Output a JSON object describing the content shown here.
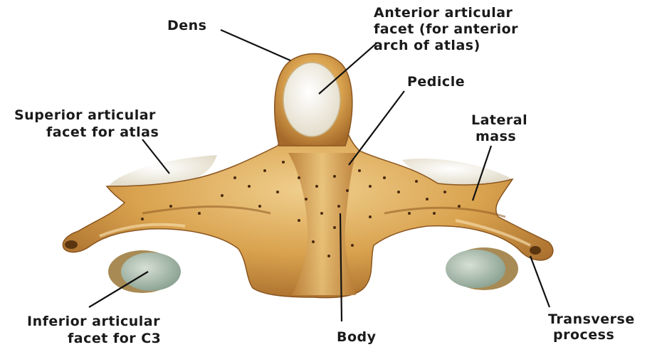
{
  "labels": {
    "dens": "Dens",
    "anterior_facet": [
      "Anterior articular",
      "facet (for anterior",
      "arch of atlas)"
    ],
    "pedicle": "Pedicle",
    "superior_facet": [
      "Superior articular",
      "facet for atlas"
    ],
    "lateral_mass": [
      "Lateral",
      "mass"
    ],
    "inferior_facet": [
      "Inferior articular",
      "facet for C3"
    ],
    "body": "Body",
    "transverse_process": [
      "Transverse",
      "process"
    ]
  },
  "colors": {
    "bone": "#d9a24e",
    "bone_shadow": "#9c6424",
    "bone_highlight": "#f1d49a",
    "facet": "#efece2",
    "inferior_facet": "#b9c9ba",
    "pore": "#4a2a10"
  }
}
